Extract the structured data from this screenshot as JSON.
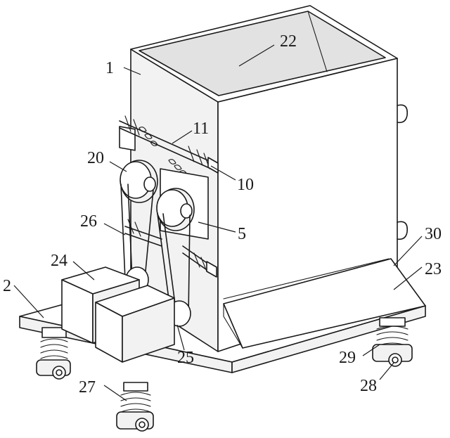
{
  "labels": [
    {
      "text": "1"
    },
    {
      "text": "22"
    },
    {
      "text": "11"
    },
    {
      "text": "20"
    },
    {
      "text": "10"
    },
    {
      "text": "26"
    },
    {
      "text": "5"
    },
    {
      "text": "30"
    },
    {
      "text": "24"
    },
    {
      "text": "23"
    },
    {
      "text": "2"
    },
    {
      "text": "29"
    },
    {
      "text": "25"
    },
    {
      "text": "28"
    },
    {
      "text": "27"
    }
  ]
}
